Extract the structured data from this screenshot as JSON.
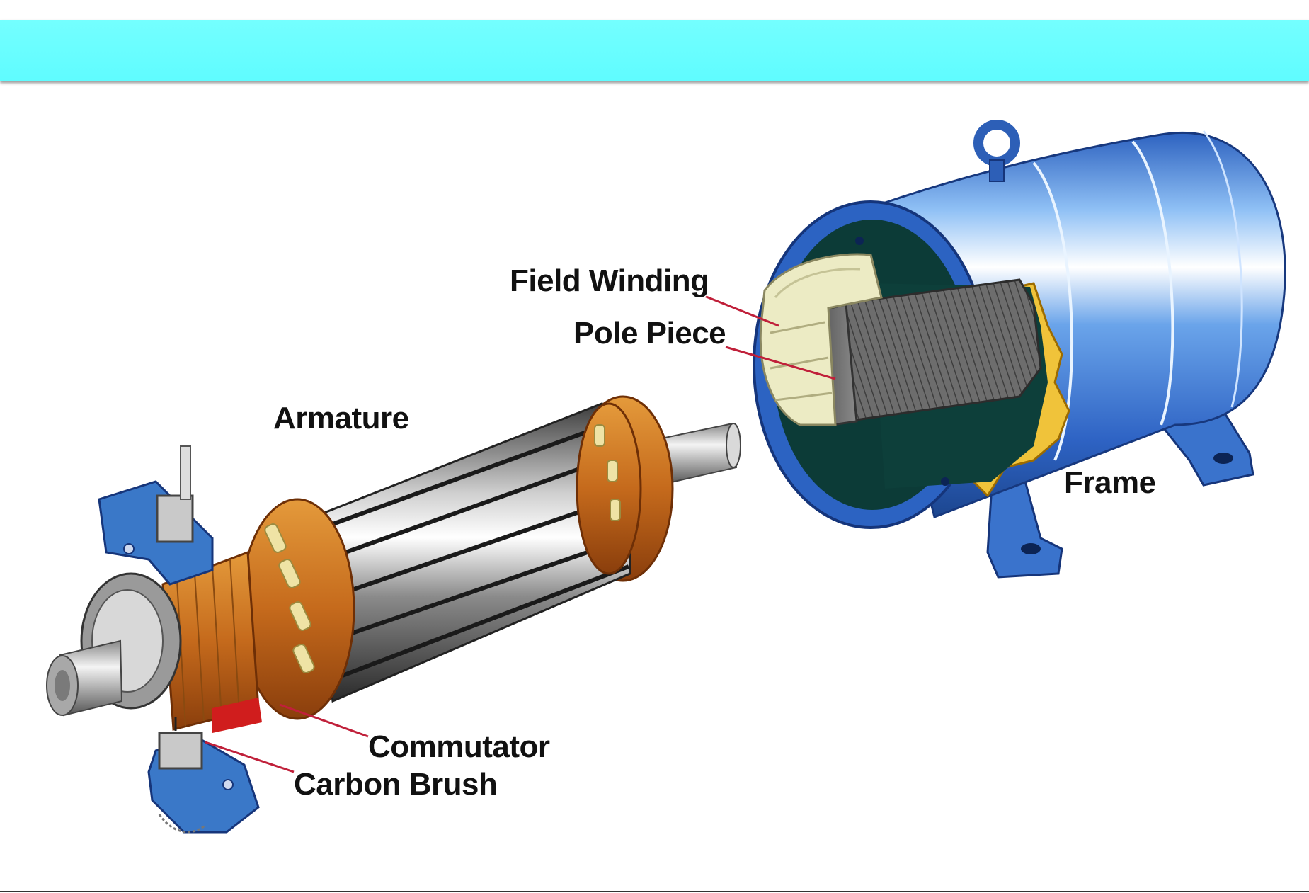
{
  "labels": {
    "field_winding": "Field Winding",
    "pole_piece": "Pole Piece",
    "armature": "Armature",
    "frame": "Frame",
    "commutator": "Commutator",
    "carbon_brush": "Carbon Brush"
  },
  "colors": {
    "banner": "#66ffff",
    "frame_blue": "#3f7fd6",
    "leader_line": "#c0203a",
    "copper": "#c9651e",
    "brush_holder": "#3a78c8"
  }
}
